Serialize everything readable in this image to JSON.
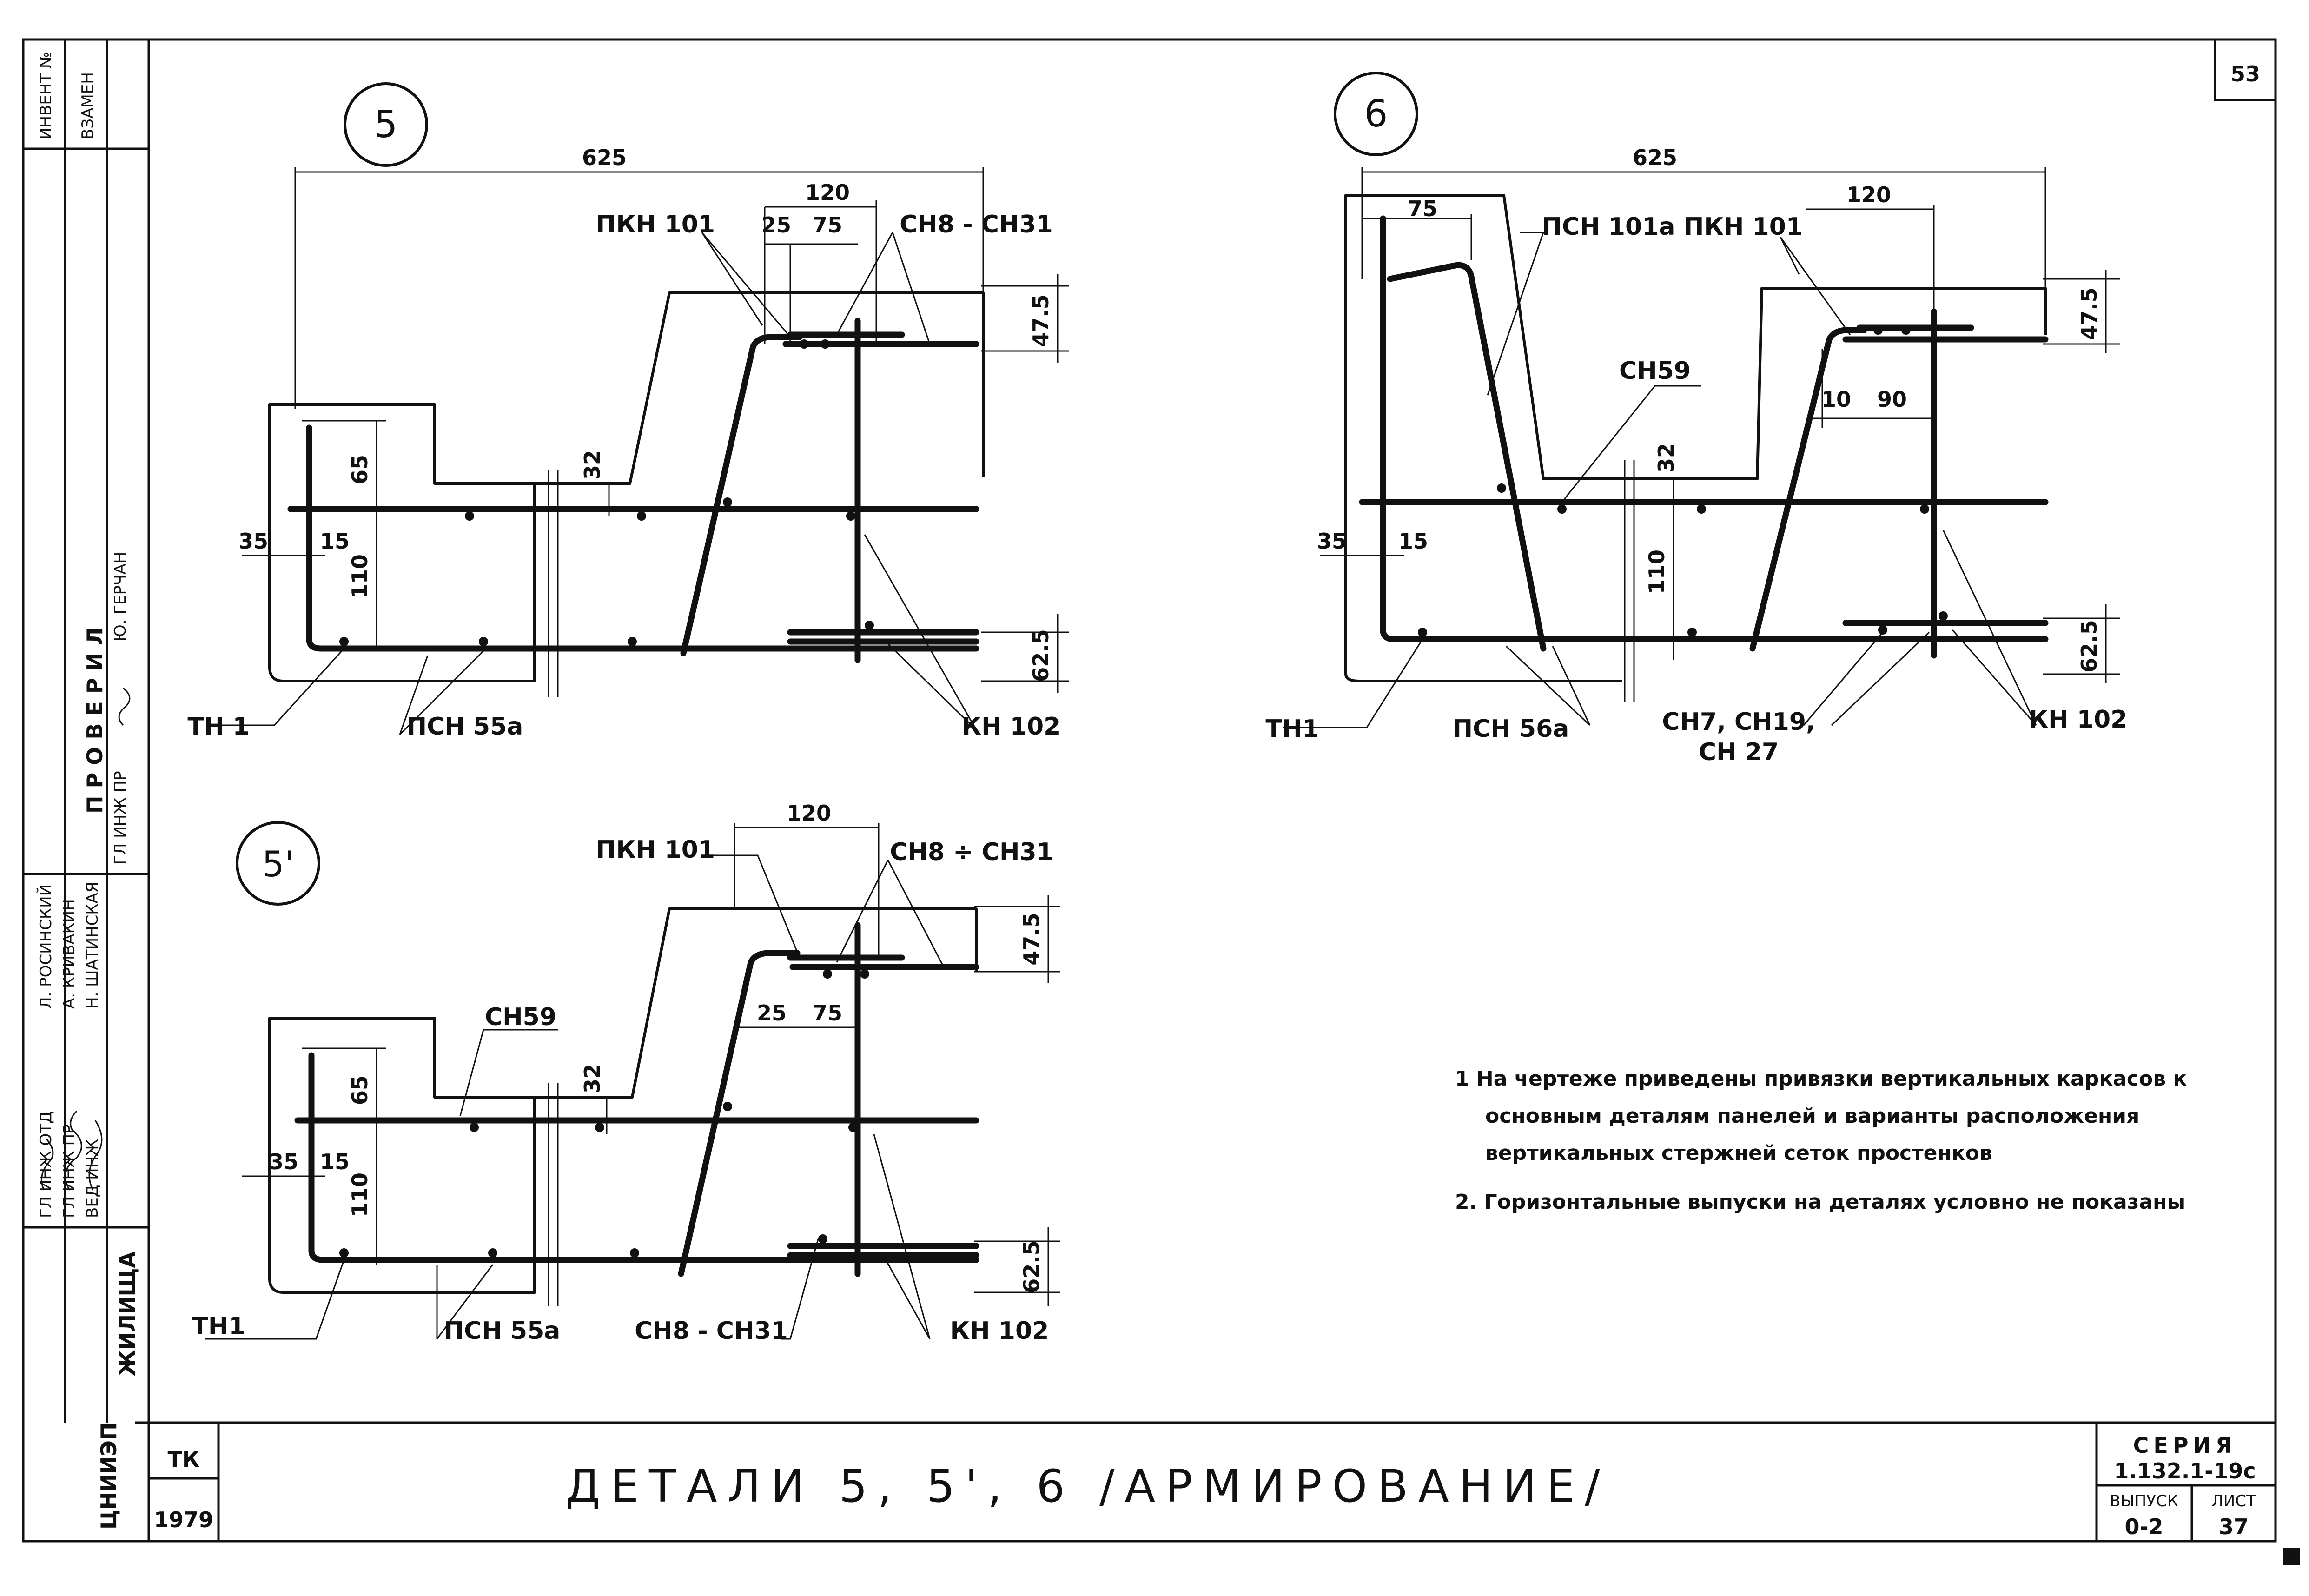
{
  "sheet_number": "53",
  "details": [
    {
      "id": "5",
      "callouts": {
        "top_dim": "625",
        "top_sub_dim": "120",
        "dim_25": "25",
        "dim_75": "75",
        "right_top_dim": "47.5",
        "right_bottom_dim": "62.5",
        "left_dim_35": "35",
        "left_dim_15": "15",
        "dim_65": "65",
        "dim_110": "110",
        "dim_32": "32",
        "label_top_left": "ПКН 101",
        "label_top_right": "СН8 - СН31",
        "label_bottom_left": "ТН 1",
        "label_bottom_mid": "ПСН 55а",
        "label_bottom_right": "КН 102"
      }
    },
    {
      "id": "6",
      "callouts": {
        "top_dim": "625",
        "top_sub_dim": "120",
        "dim_75": "75",
        "dim_10": "10",
        "dim_90": "90",
        "right_top_dim": "47.5",
        "right_bottom_dim": "62.5",
        "left_dim_35": "35",
        "left_dim_15": "15",
        "dim_110": "110",
        "dim_32": "32",
        "label_psn101a": "ПСН 101а",
        "label_pkn101": "ПКН 101",
        "label_sn59": "СН59",
        "label_bottom_left": "ТН1",
        "label_bottom_mid": "ПСН 56а",
        "label_bottom_right1": "СН7, СН19,",
        "label_bottom_right2": "СН 27",
        "label_bottom_right": "КН 102"
      }
    },
    {
      "id": "5'",
      "callouts": {
        "top_sub_dim": "120",
        "dim_25": "25",
        "dim_75": "75",
        "right_top_dim": "47.5",
        "right_bottom_dim": "62.5",
        "left_dim_35": "35",
        "left_dim_15": "15",
        "dim_65": "65",
        "dim_110": "110",
        "dim_32": "32",
        "label_top_left": "ПКН 101",
        "label_top_right": "СН8 ÷ СН31",
        "label_sn59": "СН59",
        "label_bottom_left": "ТН1",
        "label_bottom_mid": "ПСН 55а",
        "label_bottom_mid2": "СН8 - СН31",
        "label_bottom_right": "КН 102"
      }
    }
  ],
  "notes": [
    "1 На чертеже приведены привязки вертикальных каркасов к",
    "основным деталям панелей и варианты расположения",
    "вертикальных стержней сеток простенков",
    "2. Горизонтальные выпуски на деталях условно не показаны"
  ],
  "title_block": {
    "org": "ЦНИИЭП",
    "dept": "ЖИЛИЩА",
    "code": "ТК",
    "year": "1979",
    "title": "ДЕТАЛИ 5, 5', 6 /АРМИРОВАНИЕ/",
    "series_label": "СЕРИЯ",
    "series_value": "1.132.1-19с",
    "issue_label": "ВЫПУСК",
    "issue_value": "0-2",
    "sheet_label": "ЛИСТ",
    "sheet_value": "37"
  },
  "left_stamp": {
    "inv_label": "ИНВЕНТ №",
    "replace_label": "ВЗАМЕН",
    "checked_label": "П Р О В Е Р И Л",
    "roles": [
      "ГЛ ИНЖ ОТД",
      "ГЛ ИНЖ ПР",
      "ВЕД ИНЖ",
      "ГЛ ИНЖ ПР"
    ],
    "names": [
      "Л. РОСИНСКИЙ",
      "А. КРИВАКИН",
      "Н. ШАТИНСКАЯ",
      "Ю. ГЕРЧАН"
    ]
  }
}
